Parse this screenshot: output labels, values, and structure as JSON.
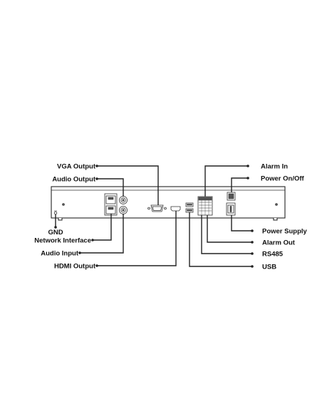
{
  "labels": {
    "vga_output": "VGA Output",
    "audio_output": "Audio Output",
    "gnd": "GND",
    "network_interface": "Network Interface",
    "audio_input": "Audio Input",
    "hdmi_output": "HDMI Output",
    "alarm_in": "Alarm In",
    "power_on_off": "Power On/Off",
    "power_supply": "Power Supply",
    "alarm_out": "Alarm Out",
    "rs485": "RS485",
    "usb": "USB"
  },
  "colors": {
    "line": "#222222",
    "text": "#111111",
    "background": "#ffffff"
  }
}
